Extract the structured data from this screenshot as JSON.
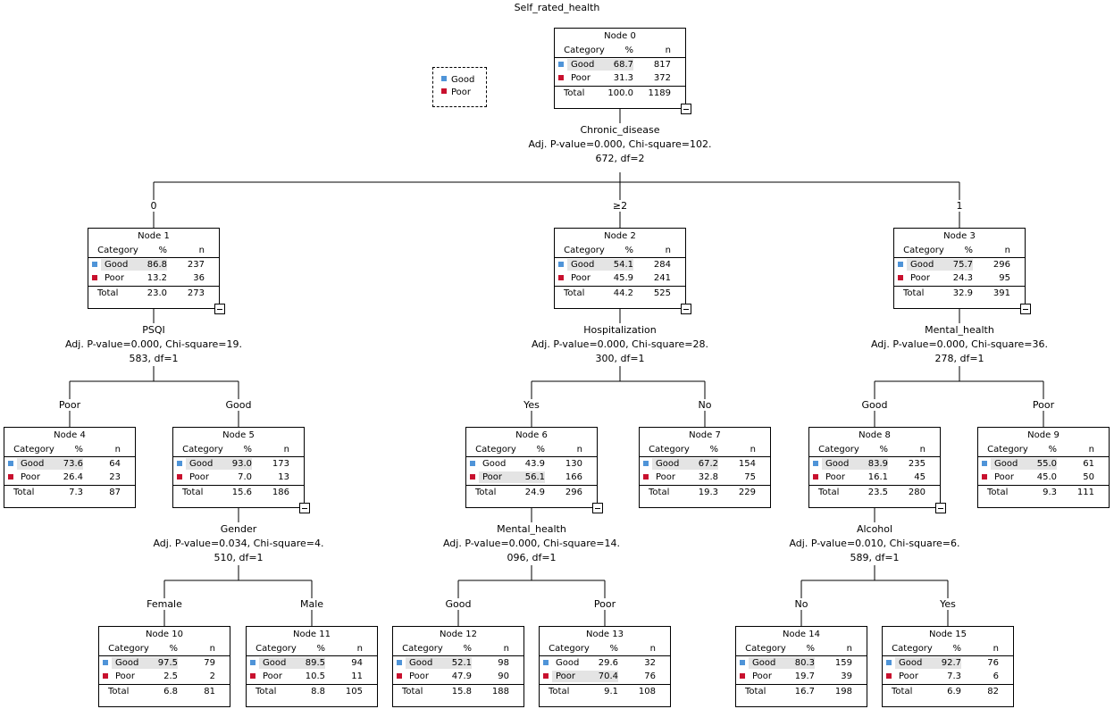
{
  "title": "Self_rated_health",
  "legend": [
    {
      "label": "Good",
      "color": "#4f94d8"
    },
    {
      "label": "Poor",
      "color": "#c8102e"
    }
  ],
  "columns": {
    "category": "Category",
    "pct": "%",
    "n": "n"
  },
  "total_label": "Total",
  "nodes": [
    {
      "id": "Node 0",
      "good_pct": "68.7",
      "good_n": "817",
      "poor_pct": "31.3",
      "poor_n": "372",
      "total_pct": "100.0",
      "total_n": "1189",
      "highlight": "good",
      "expanded": true
    },
    {
      "id": "Node 1",
      "good_pct": "86.8",
      "good_n": "237",
      "poor_pct": "13.2",
      "poor_n": "36",
      "total_pct": "23.0",
      "total_n": "273",
      "highlight": "good",
      "expanded": true
    },
    {
      "id": "Node 2",
      "good_pct": "54.1",
      "good_n": "284",
      "poor_pct": "45.9",
      "poor_n": "241",
      "total_pct": "44.2",
      "total_n": "525",
      "highlight": "good",
      "expanded": true
    },
    {
      "id": "Node 3",
      "good_pct": "75.7",
      "good_n": "296",
      "poor_pct": "24.3",
      "poor_n": "95",
      "total_pct": "32.9",
      "total_n": "391",
      "highlight": "good",
      "expanded": true
    },
    {
      "id": "Node 4",
      "good_pct": "73.6",
      "good_n": "64",
      "poor_pct": "26.4",
      "poor_n": "23",
      "total_pct": "7.3",
      "total_n": "87",
      "highlight": "good",
      "expanded": false
    },
    {
      "id": "Node 5",
      "good_pct": "93.0",
      "good_n": "173",
      "poor_pct": "7.0",
      "poor_n": "13",
      "total_pct": "15.6",
      "total_n": "186",
      "highlight": "good",
      "expanded": true
    },
    {
      "id": "Node 6",
      "good_pct": "43.9",
      "good_n": "130",
      "poor_pct": "56.1",
      "poor_n": "166",
      "total_pct": "24.9",
      "total_n": "296",
      "highlight": "poor",
      "expanded": true
    },
    {
      "id": "Node 7",
      "good_pct": "67.2",
      "good_n": "154",
      "poor_pct": "32.8",
      "poor_n": "75",
      "total_pct": "19.3",
      "total_n": "229",
      "highlight": "good",
      "expanded": false
    },
    {
      "id": "Node 8",
      "good_pct": "83.9",
      "good_n": "235",
      "poor_pct": "16.1",
      "poor_n": "45",
      "total_pct": "23.5",
      "total_n": "280",
      "highlight": "good",
      "expanded": true
    },
    {
      "id": "Node 9",
      "good_pct": "55.0",
      "good_n": "61",
      "poor_pct": "45.0",
      "poor_n": "50",
      "total_pct": "9.3",
      "total_n": "111",
      "highlight": "good",
      "expanded": false
    },
    {
      "id": "Node 10",
      "good_pct": "97.5",
      "good_n": "79",
      "poor_pct": "2.5",
      "poor_n": "2",
      "total_pct": "6.8",
      "total_n": "81",
      "highlight": "good",
      "expanded": false
    },
    {
      "id": "Node 11",
      "good_pct": "89.5",
      "good_n": "94",
      "poor_pct": "10.5",
      "poor_n": "11",
      "total_pct": "8.8",
      "total_n": "105",
      "highlight": "good",
      "expanded": false
    },
    {
      "id": "Node 12",
      "good_pct": "52.1",
      "good_n": "98",
      "poor_pct": "47.9",
      "poor_n": "90",
      "total_pct": "15.8",
      "total_n": "188",
      "highlight": "good",
      "expanded": false
    },
    {
      "id": "Node 13",
      "good_pct": "29.6",
      "good_n": "32",
      "poor_pct": "70.4",
      "poor_n": "76",
      "total_pct": "9.1",
      "total_n": "108",
      "highlight": "poor",
      "expanded": false
    },
    {
      "id": "Node 14",
      "good_pct": "80.3",
      "good_n": "159",
      "poor_pct": "19.7",
      "poor_n": "39",
      "total_pct": "16.7",
      "total_n": "198",
      "highlight": "good",
      "expanded": false
    },
    {
      "id": "Node 15",
      "good_pct": "92.7",
      "good_n": "76",
      "poor_pct": "7.3",
      "poor_n": "6",
      "total_pct": "6.9",
      "total_n": "82",
      "highlight": "good",
      "expanded": false
    }
  ],
  "splits": [
    {
      "variable": "Chronic_disease",
      "stat_line1": "Adj. P-value=0.000, Chi-square=102.",
      "stat_line2": "672, df=2"
    },
    {
      "variable": "PSQI",
      "stat_line1": "Adj. P-value=0.000, Chi-square=19.",
      "stat_line2": "583, df=1"
    },
    {
      "variable": "Hospitalization",
      "stat_line1": "Adj. P-value=0.000, Chi-square=28.",
      "stat_line2": "300, df=1"
    },
    {
      "variable": "Mental_health",
      "stat_line1": "Adj. P-value=0.000, Chi-square=36.",
      "stat_line2": "278, df=1"
    },
    {
      "variable": "Gender",
      "stat_line1": "Adj. P-value=0.034, Chi-square=4.",
      "stat_line2": "510, df=1"
    },
    {
      "variable": "Mental_health",
      "stat_line1": "Adj. P-value=0.000, Chi-square=14.",
      "stat_line2": "096, df=1"
    },
    {
      "variable": "Alcohol",
      "stat_line1": "Adj. P-value=0.010, Chi-square=6.",
      "stat_line2": "589, df=1"
    }
  ],
  "edges": [
    "0",
    "≥2",
    "1",
    "Poor",
    "Good",
    "Yes",
    "No",
    "Good",
    "Poor",
    "Female",
    "Male",
    "Good",
    "Poor",
    "No",
    "Yes"
  ]
}
